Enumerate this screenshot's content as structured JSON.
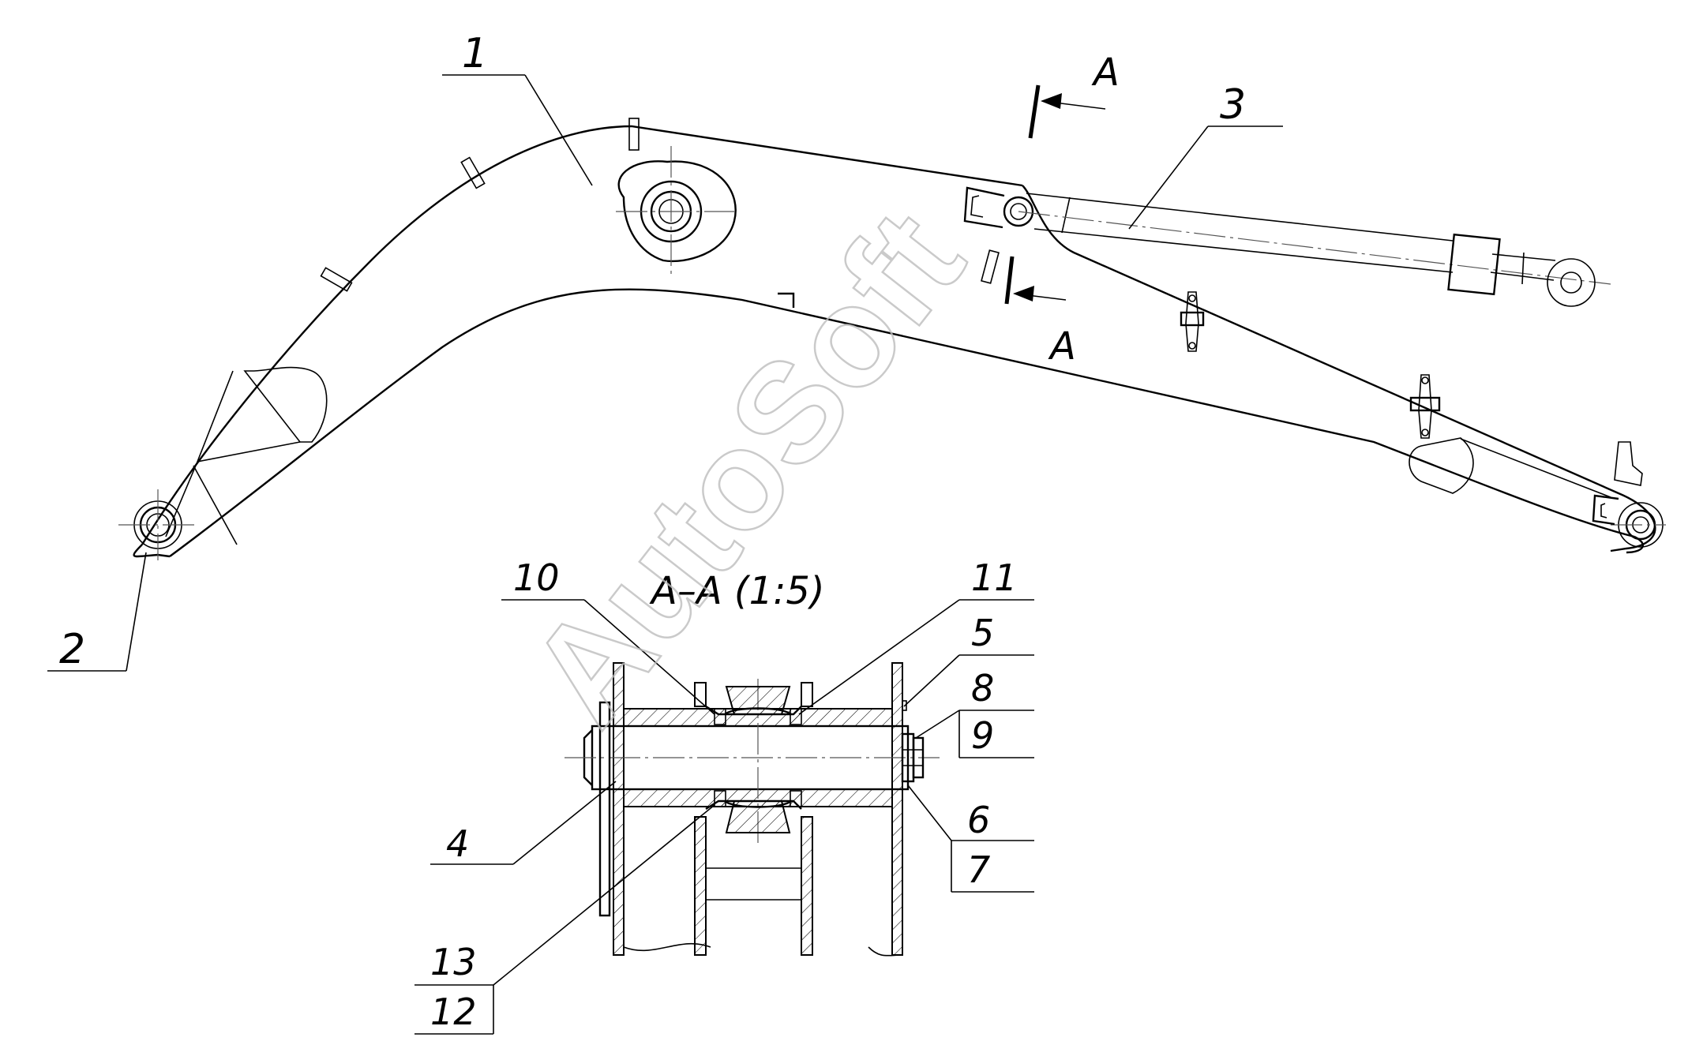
{
  "labels": {
    "part_1": "1",
    "part_2": "2",
    "part_3": "3",
    "part_4": "4",
    "part_5": "5",
    "part_6": "6",
    "part_7": "7",
    "part_8": "8",
    "part_9": "9",
    "part_10": "10",
    "part_11": "11",
    "part_12": "12",
    "part_13": "13"
  },
  "section": {
    "mark_top": "A",
    "mark_bottom": "A",
    "title": "A–A (1:5)"
  },
  "watermark": "AutoSoft"
}
